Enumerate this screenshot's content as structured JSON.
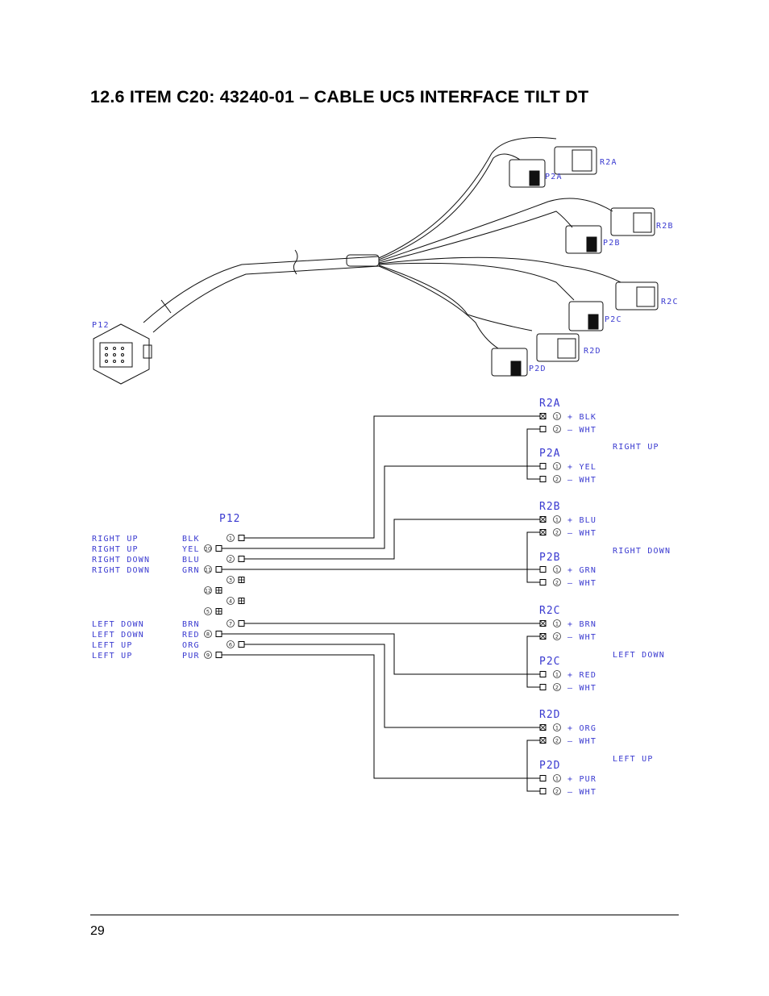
{
  "heading": "12.6  ITEM C20:  43240-01 – CABLE UC5 INTERFACE TILT DT",
  "page_number": "29",
  "harness": {
    "connector_labels": [
      "P12",
      "R2A",
      "P2A",
      "R2B",
      "P2B",
      "R2C",
      "P2C",
      "R2D",
      "P2D"
    ]
  },
  "p12": {
    "label": "P12",
    "pins": [
      {
        "function": "RIGHT UP",
        "color": "BLK",
        "pin": "1"
      },
      {
        "function": "RIGHT UP",
        "color": "YEL",
        "pin": "10"
      },
      {
        "function": "RIGHT DOWN",
        "color": "BLU",
        "pin": "2"
      },
      {
        "function": "RIGHT DOWN",
        "color": "GRN",
        "pin": "11"
      },
      {
        "function": "",
        "color": "",
        "pin": "3"
      },
      {
        "function": "",
        "color": "",
        "pin": "12"
      },
      {
        "function": "",
        "color": "",
        "pin": "4"
      },
      {
        "function": "",
        "color": "",
        "pin": "5"
      },
      {
        "function": "LEFT DOWN",
        "color": "BRN",
        "pin": "7"
      },
      {
        "function": "LEFT DOWN",
        "color": "RED",
        "pin": "8"
      },
      {
        "function": "LEFT UP",
        "color": "ORG",
        "pin": "6"
      },
      {
        "function": "LEFT UP",
        "color": "PUR",
        "pin": "9"
      }
    ]
  },
  "groups": [
    {
      "function": "RIGHT UP",
      "connectors": [
        {
          "label": "R2A",
          "pins": [
            {
              "pin": "1",
              "wire": "+ BLK"
            },
            {
              "pin": "2",
              "wire": "– WHT"
            }
          ]
        },
        {
          "label": "P2A",
          "pins": [
            {
              "pin": "1",
              "wire": "+ YEL"
            },
            {
              "pin": "2",
              "wire": "– WHT"
            }
          ]
        }
      ]
    },
    {
      "function": "RIGHT DOWN",
      "connectors": [
        {
          "label": "R2B",
          "pins": [
            {
              "pin": "1",
              "wire": "+ BLU"
            },
            {
              "pin": "2",
              "wire": "– WHT"
            }
          ]
        },
        {
          "label": "P2B",
          "pins": [
            {
              "pin": "1",
              "wire": "+ GRN"
            },
            {
              "pin": "2",
              "wire": "– WHT"
            }
          ]
        }
      ]
    },
    {
      "function": "LEFT DOWN",
      "connectors": [
        {
          "label": "R2C",
          "pins": [
            {
              "pin": "1",
              "wire": "+ BRN"
            },
            {
              "pin": "2",
              "wire": "– WHT"
            }
          ]
        },
        {
          "label": "P2C",
          "pins": [
            {
              "pin": "1",
              "wire": "+ RED"
            },
            {
              "pin": "2",
              "wire": "– WHT"
            }
          ]
        }
      ]
    },
    {
      "function": "LEFT UP",
      "connectors": [
        {
          "label": "R2D",
          "pins": [
            {
              "pin": "1",
              "wire": "+ ORG"
            },
            {
              "pin": "2",
              "wire": "– WHT"
            }
          ]
        },
        {
          "label": "P2D",
          "pins": [
            {
              "pin": "1",
              "wire": "+ PUR"
            },
            {
              "pin": "2",
              "wire": "– WHT"
            }
          ]
        }
      ]
    }
  ]
}
